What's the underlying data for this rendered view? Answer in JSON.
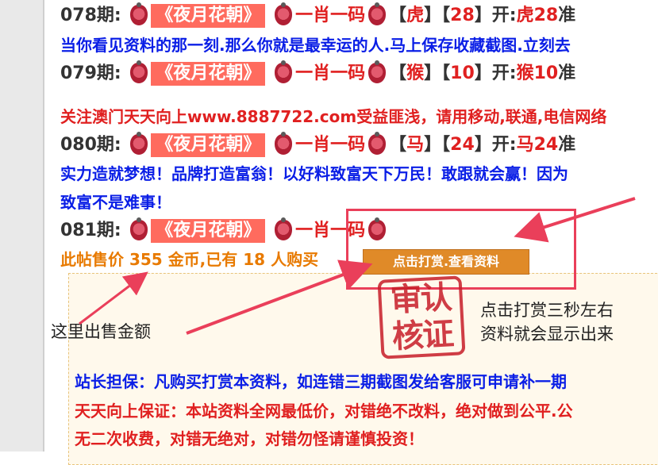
{
  "rows": [
    {
      "period": "078期:",
      "title": "《夜月花朝》",
      "tag": "一肖一码",
      "zodiac": "虎",
      "num": "28",
      "open_label": "开:",
      "result": "虎28",
      "suffix": "准"
    },
    {
      "period": "079期:",
      "title": "《夜月花朝》",
      "tag": "一肖一码",
      "zodiac": "猴",
      "num": "10",
      "open_label": "开:",
      "result": "猴10",
      "suffix": "准"
    },
    {
      "period": "080期:",
      "title": "《夜月花朝》",
      "tag": "一肖一码",
      "zodiac": "马",
      "num": "24",
      "open_label": "开:",
      "result": "马24",
      "suffix": "准"
    },
    {
      "period": "081期:",
      "title": "《夜月花朝》",
      "tag": "一肖一码"
    }
  ],
  "messages": {
    "save_hint": "当你看见资料的那一刻.那么你就是最幸运的人.马上保存收藏截图.立刻去",
    "follow": "关注澳门天天向上www.8887722.com受益匪浅，请用移动,联通,电信网络",
    "slogan_1": "实力造就梦想！品牌打造富翁！以好料致富天下万民！敢跟就会赢！因为",
    "slogan_2": "致富不是难事！"
  },
  "sale": {
    "prefix": "此帖售价",
    "price": "355",
    "currency": "金币,已有",
    "buyers": "18",
    "suffix": "人购买",
    "button_label": "点击打赏.查看资料"
  },
  "stamp": {
    "line1": "审认",
    "line2": "核证"
  },
  "annotations": {
    "price_note": "这里出售金额",
    "reward_note_1": "点击打赏三秒左右",
    "reward_note_2": "资料就会显示出来"
  },
  "guarantee": {
    "line1": "站长担保：凡购买打赏本资料，如连错三期截图发给客服可申请补一期",
    "line2": "天天向上保证：本站资料全网最低价，对错绝不改料，绝对做到公平.公",
    "line3": "无二次收费，对错无绝对，对错勿怪请谨慎投资！"
  },
  "colors": {
    "accent_red": "#e02020",
    "blue": "#0a1ee6",
    "orange": "#e87a00",
    "badge_bg": "#ff6b5e",
    "button_bg": "#e08a28"
  }
}
